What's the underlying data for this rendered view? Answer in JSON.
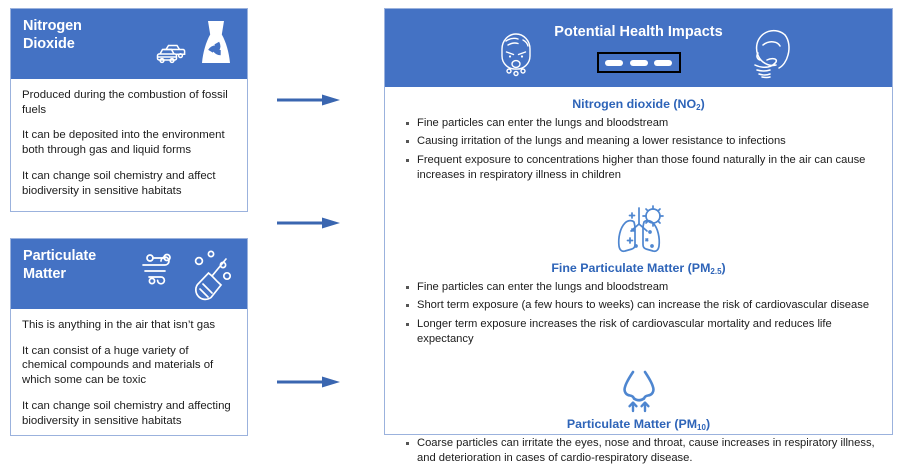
{
  "sources": [
    {
      "id": "nitrogen-dioxide",
      "title": "Nitrogen\nDioxide",
      "icons": [
        "cars-icon",
        "power-plant-radiation-icon"
      ],
      "facts": [
        "Produced during the combustion of fossil fuels",
        "It can be deposited into the environment both through gas and liquid forms",
        "It can change soil chemistry and affect biodiversity in sensitive habitats"
      ]
    },
    {
      "id": "particulate-matter",
      "title": "Particulate\nMatter",
      "icons": [
        "wind-icon",
        "broom-dust-icon"
      ],
      "facts": [
        "This is anything in the air that isn’t gas",
        "It can consist of a huge variety of chemical compounds and materials of which some can be toxic",
        "It can  change soil chemistry and affecting biodiversity in sensitive habitats"
      ]
    }
  ],
  "arrows": [
    {
      "name": "arrow-nitrogen-to-impacts"
    },
    {
      "name": "arrow-middle-to-impacts"
    },
    {
      "name": "arrow-particulate-to-impacts"
    }
  ],
  "impacts": {
    "header": {
      "title": "Potential Health Impacts",
      "left_icon": "sick-face-icon",
      "right_icon": "coughing-person-icon",
      "redacted_dashes": 3
    },
    "sections": [
      {
        "id": "no2",
        "icon": "none",
        "title_main": "Nitrogen dioxide (NO",
        "title_sub": "2",
        "title_end": ")",
        "bullets": [
          "Fine particles can enter the lungs and bloodstream",
          "Causing irritation of the lungs and meaning a lower resistance to infections",
          "Frequent exposure to concentrations higher than those found naturally in the air can cause increases in respiratory illness in children"
        ]
      },
      {
        "id": "pm25",
        "icon": "lungs-particles-icon",
        "title_main": "Fine Particulate Matter (PM",
        "title_sub": "2.5",
        "title_end": ")",
        "bullets": [
          "Fine particles can enter the lungs and bloodstream",
          "Short term exposure (a few hours to weeks) can increase the risk of cardiovascular disease",
          "Longer term exposure increases the risk of cardiovascular mortality and reduces life expectancy"
        ]
      },
      {
        "id": "pm10",
        "icon": "nose-inhale-icon",
        "title_main": "Particulate Matter (PM",
        "title_sub": "10",
        "title_end": ")",
        "bullets": [
          "Coarse particles can irritate the eyes, nose and throat, cause increases in respiratory illness, and deterioration in cases of cardio-respiratory disease."
        ]
      }
    ]
  },
  "colors": {
    "brand_blue": "#4472C4",
    "title_blue": "#2E64B8",
    "border_blue": "#9bb2dd",
    "body_text": "#1c1c1c"
  }
}
